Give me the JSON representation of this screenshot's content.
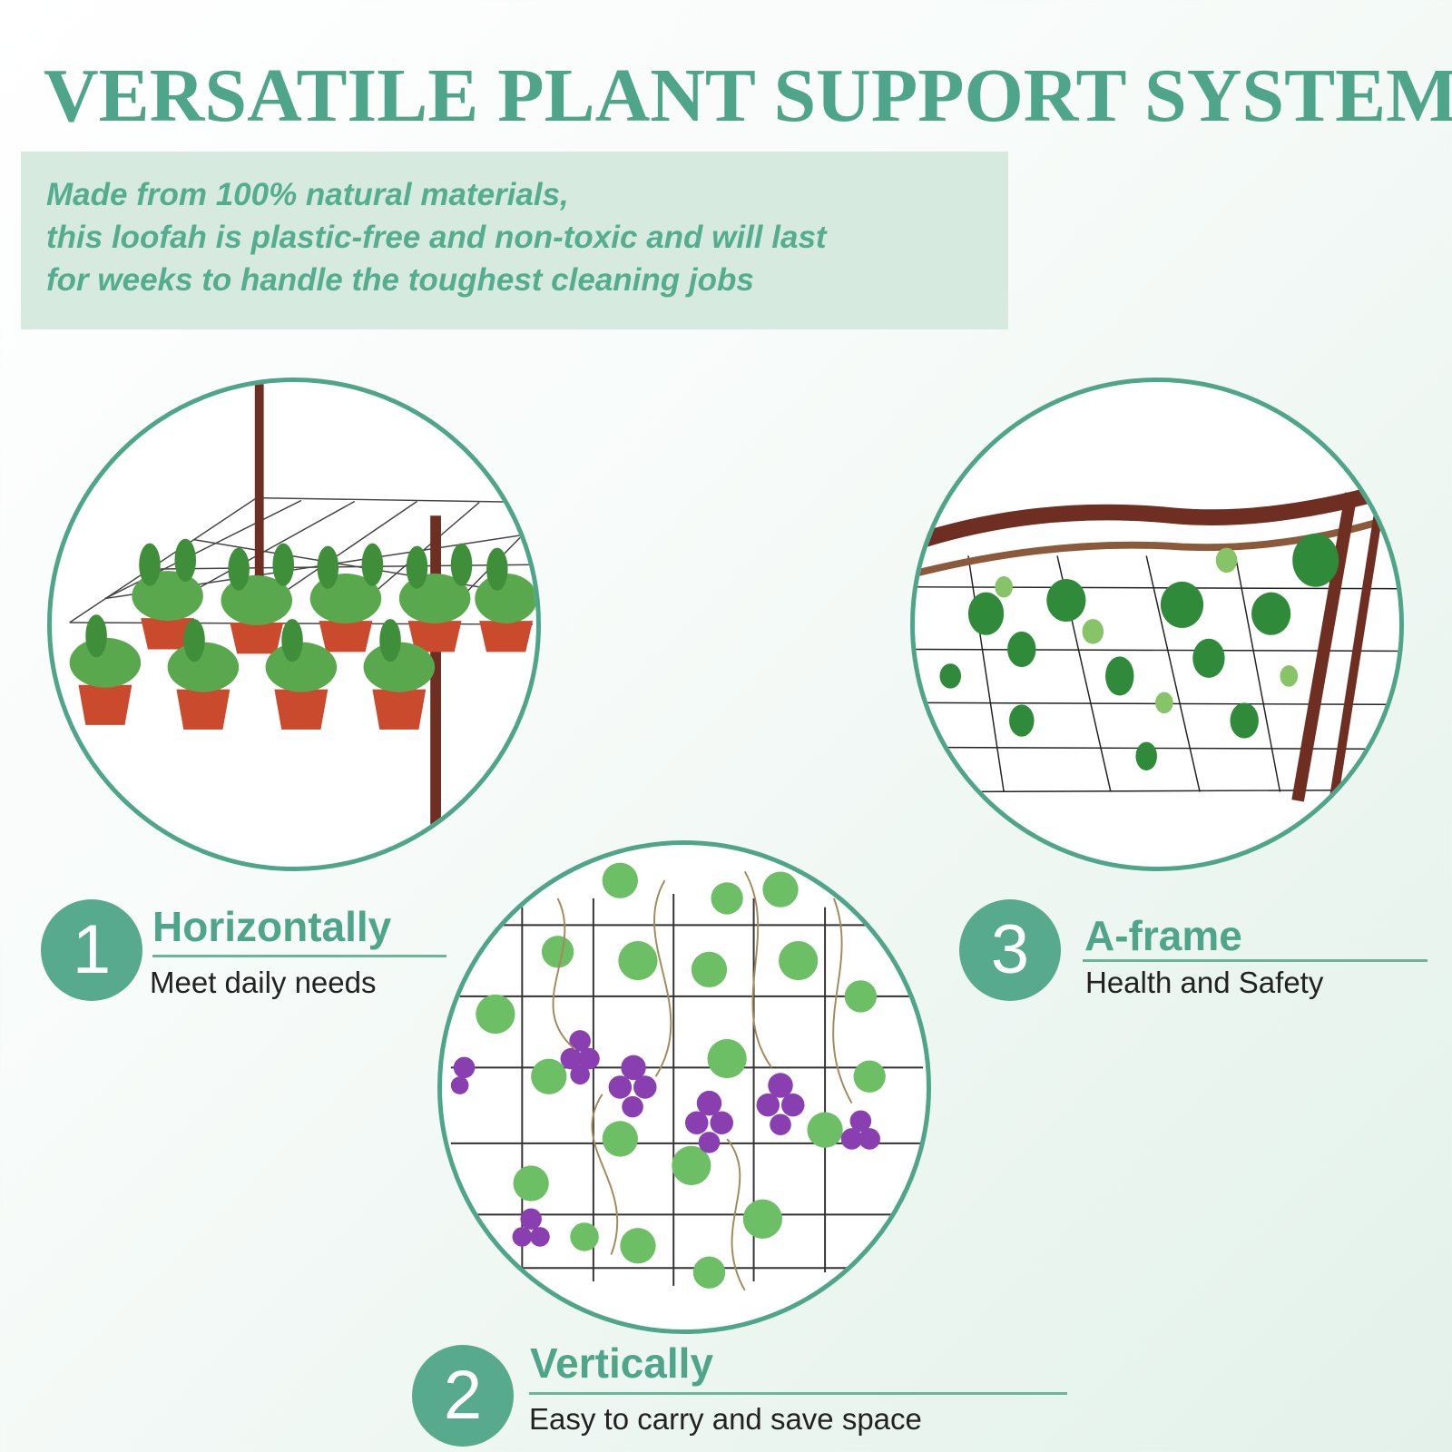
{
  "title": "VERSATILE PLANT SUPPORT SYSTEM",
  "intro": {
    "lines": [
      "Made from 100% natural materials,",
      "this loofah is plastic-free and non-toxic and will last",
      "for weeks to handle the toughest cleaning jobs"
    ]
  },
  "features": [
    {
      "number": "1",
      "title": "Horizontally",
      "description": "Meet daily needs",
      "illustration": "potted-plants-under-horizontal-net"
    },
    {
      "number": "2",
      "title": "Vertically",
      "description": "Easy to carry and save space",
      "illustration": "grape-vines-on-vertical-net"
    },
    {
      "number": "3",
      "title": "A-frame",
      "description": "Health and Safety",
      "illustration": "ivy-on-a-frame-net"
    }
  ],
  "colors": {
    "accent": "#4fa58a",
    "badge": "#58aa8e",
    "intro_box": "#d6eadf",
    "intro_text": "#55ad90",
    "body_text": "#222222",
    "pot": "#c94a2c",
    "leaf": "#5aa84e",
    "grape": "#8a3fb0",
    "wood": "#6e2e22"
  }
}
